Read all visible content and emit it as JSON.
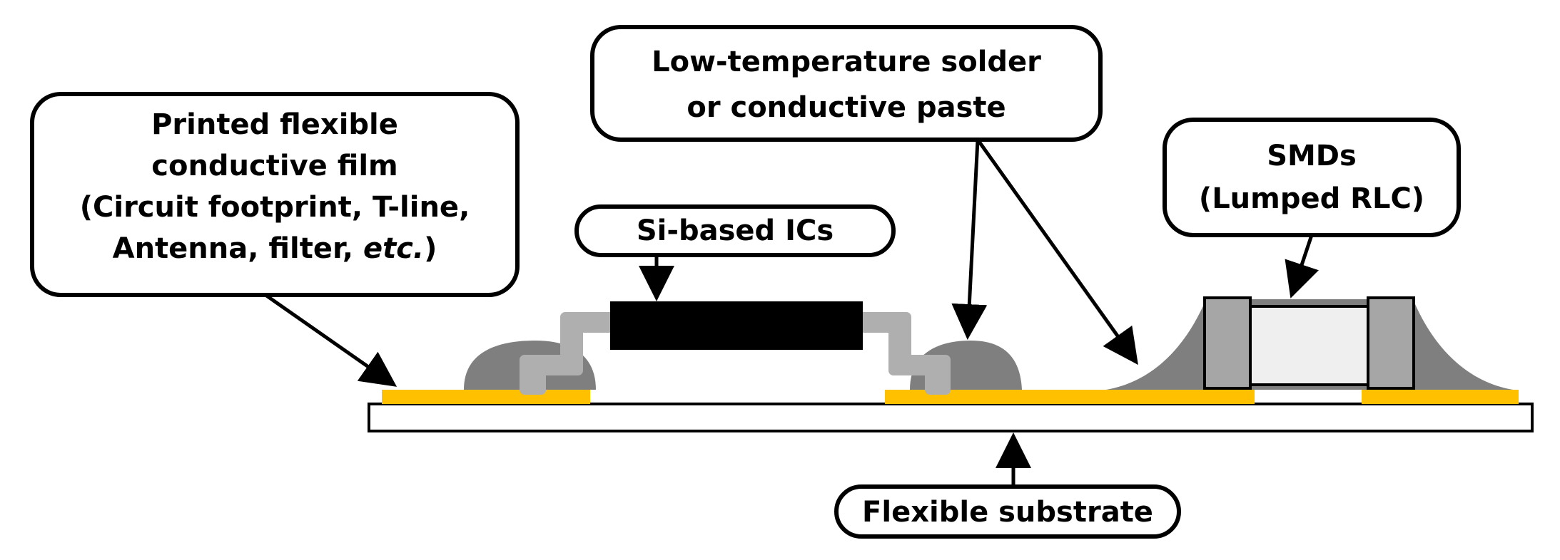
{
  "labels": {
    "film": {
      "line1": "Printed flexible",
      "line2": "conductive film",
      "line3": "(Circuit footprint, T-line,",
      "line4_main": "Antenna, filter, ",
      "line4_italic": "etc.",
      "line4_close": ")"
    },
    "ics": "Si-based ICs",
    "solder": {
      "line1": "Low-temperature solder",
      "line2": "or conductive paste"
    },
    "smds": {
      "line1": "SMDs",
      "line2": "(Lumped RLC)"
    },
    "substrate": "Flexible substrate"
  },
  "colors": {
    "conductive_film": "#FFC000",
    "solder": "#7F7F7F",
    "ic_leads": "#AFAFAF",
    "ic_body": "#000000",
    "smd_terminals": "#A6A6A6",
    "smd_body": "#EFEFEF",
    "substrate": "#FFFFFF",
    "outline": "#000000"
  }
}
